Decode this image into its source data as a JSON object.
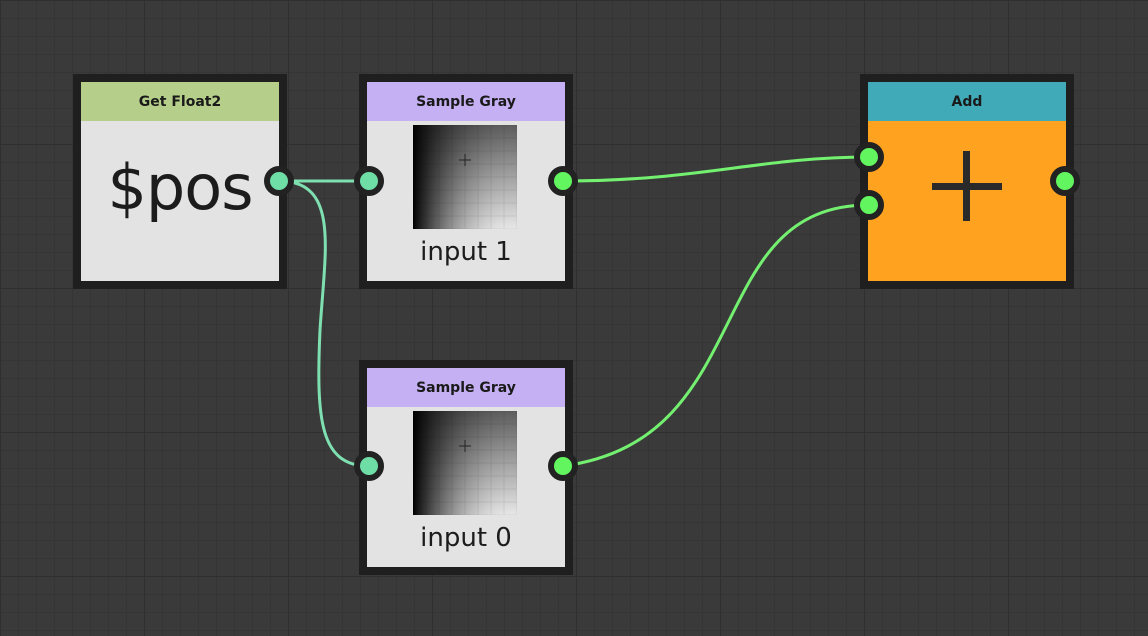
{
  "nodes": {
    "get_float2": {
      "title": "Get Float2",
      "value": "$pos",
      "header_color": "#b5cf8a"
    },
    "sample_gray_top": {
      "title": "Sample Gray",
      "caption": "input 1",
      "header_color": "#c4b0f2"
    },
    "sample_gray_bottom": {
      "title": "Sample Gray",
      "caption": "input 0",
      "header_color": "#c4b0f2"
    },
    "add": {
      "title": "Add",
      "icon": "plus-icon",
      "header_color": "#40aab8",
      "body_color": "#ffa21f"
    }
  },
  "colors": {
    "canvas": "#3a3a3a",
    "port_teal": "#6fdda6",
    "port_green": "#63f55f",
    "wire_teal": "#7ee0b0",
    "wire_green": "#74f070"
  }
}
